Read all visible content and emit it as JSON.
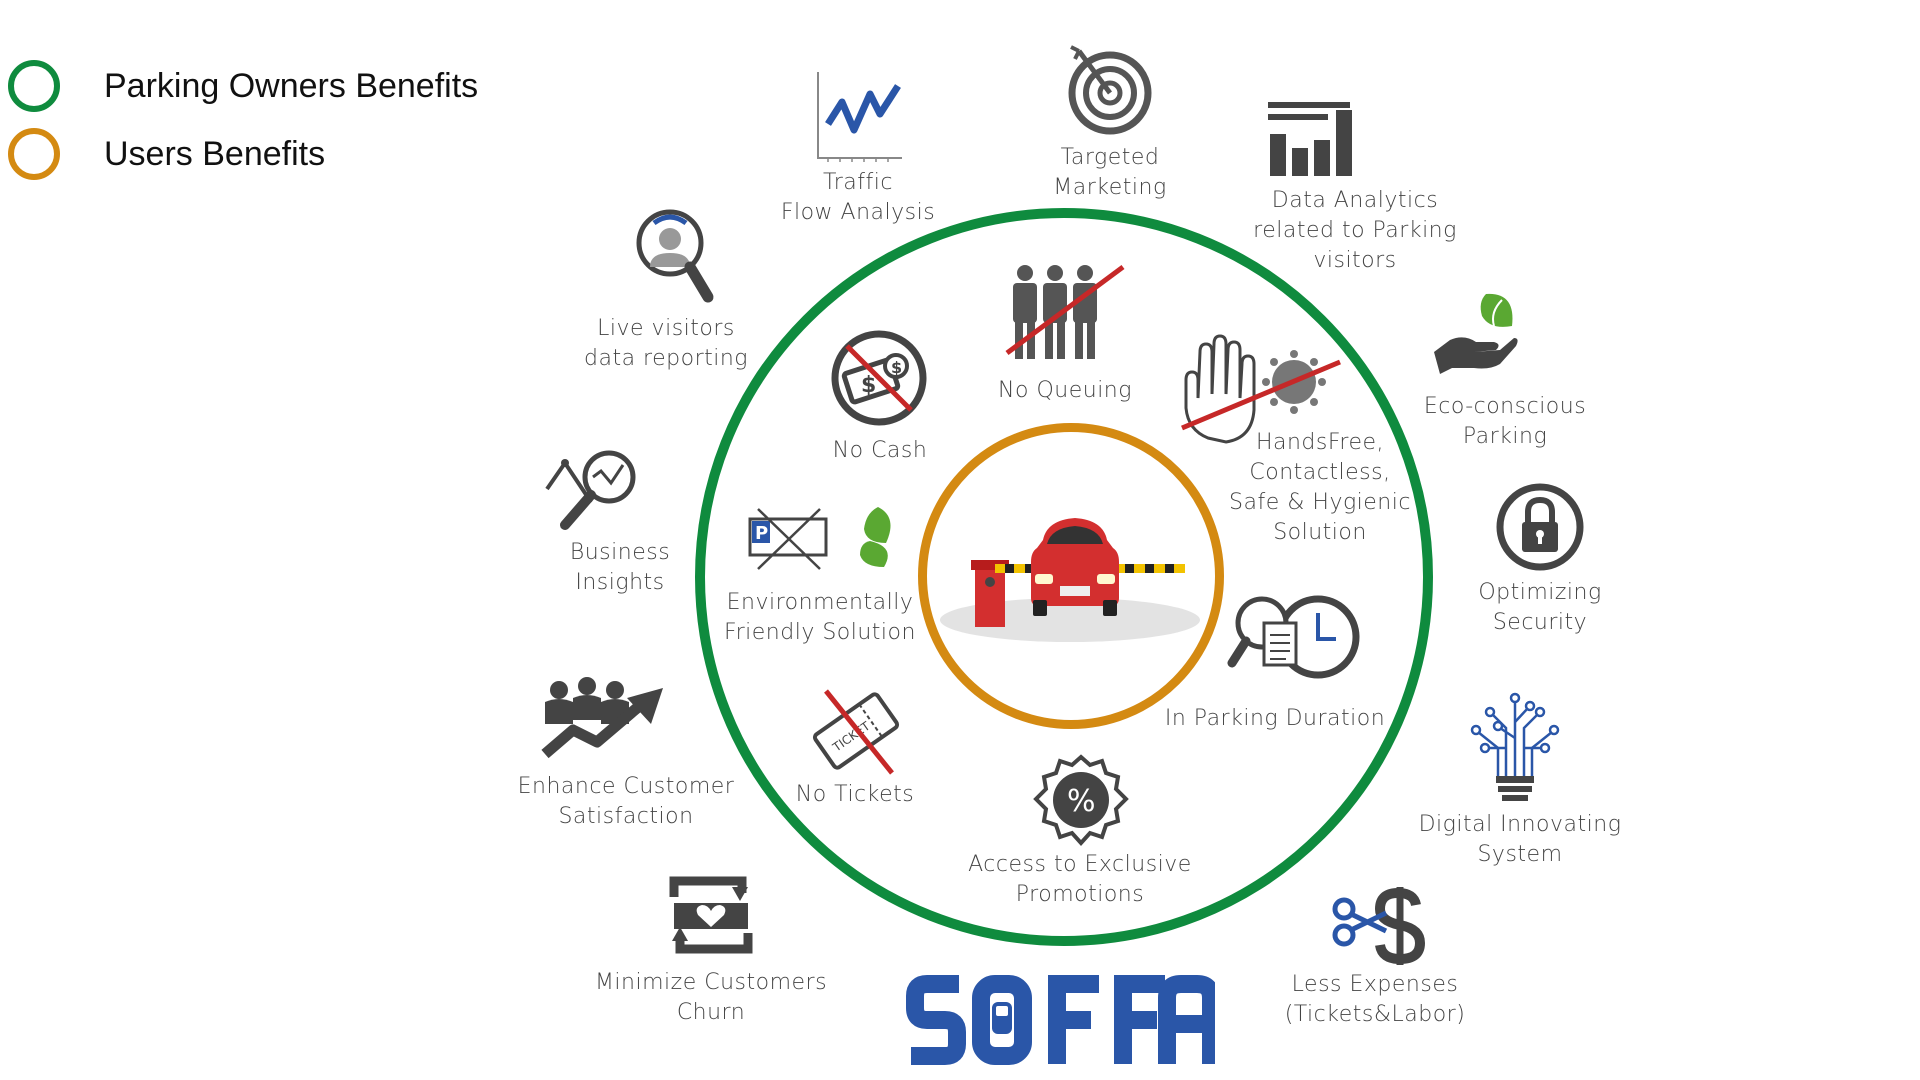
{
  "legend": {
    "owners": {
      "label": "Parking Owners Benefits",
      "color": "#0f8b3e"
    },
    "users": {
      "label": "Users Benefits",
      "color": "#d48a12"
    }
  },
  "owner_benefits": {
    "traffic": [
      "Traffic",
      "Flow Analysis"
    ],
    "targeted": [
      "Targeted",
      "Marketing"
    ],
    "analytics": [
      "Data Analytics",
      "related to Parking",
      "visitors"
    ],
    "eco": [
      "Eco-conscious",
      "Parking"
    ],
    "security": [
      "Optimizing",
      "Security"
    ],
    "digital": [
      "Digital Innovating",
      "System"
    ],
    "expenses": [
      "Less Expenses",
      "(Tickets&Labor)"
    ],
    "churn": [
      "Minimize Customers",
      "Churn"
    ],
    "satisfaction": [
      "Enhance Customer",
      "Satisfaction"
    ],
    "insights": [
      "Business",
      "Insights"
    ],
    "live": [
      "Live visitors",
      "data reporting"
    ]
  },
  "user_benefits": {
    "queuing": [
      "No Queuing"
    ],
    "cash": [
      "No Cash"
    ],
    "handsfree": [
      "HandsFree,",
      "Contactless,",
      "Safe & Hygienic",
      "Solution"
    ],
    "environment": [
      "Environmentally",
      "Friendly Solution"
    ],
    "duration": [
      "In Parking Duration"
    ],
    "tickets": [
      "No Tickets"
    ],
    "promotions": [
      "Access to Exclusive",
      "Promotions"
    ]
  },
  "icons": {
    "traffic": "line-chart-icon",
    "targeted": "target-icon",
    "analytics": "bar-chart-icon",
    "eco": "hand-leaf-icon",
    "security": "lock-icon",
    "digital": "circuit-bulb-icon",
    "expenses": "scissors-dollar-icon",
    "churn": "heart-cycle-icon",
    "satisfaction": "team-growth-icon",
    "insights": "magnifier-chart-icon",
    "live": "user-magnifier-icon",
    "queuing": "no-queue-icon",
    "cash": "no-cash-icon",
    "handsfree": "hand-virus-icon",
    "environment": "parking-leaf-icon",
    "duration": "clock-magnifier-icon",
    "tickets": "no-ticket-icon",
    "promotions": "discount-badge-icon",
    "center": "car-barrier-icon"
  },
  "ticket_text": "TICKET",
  "brand": {
    "name": "SOFFA",
    "color": "#2a56a8"
  },
  "colors": {
    "icon": "#444444",
    "accent_blue": "#2a56a8",
    "green_leaf": "#5aa832",
    "red": "#c62828",
    "car": "#d32f2f"
  }
}
